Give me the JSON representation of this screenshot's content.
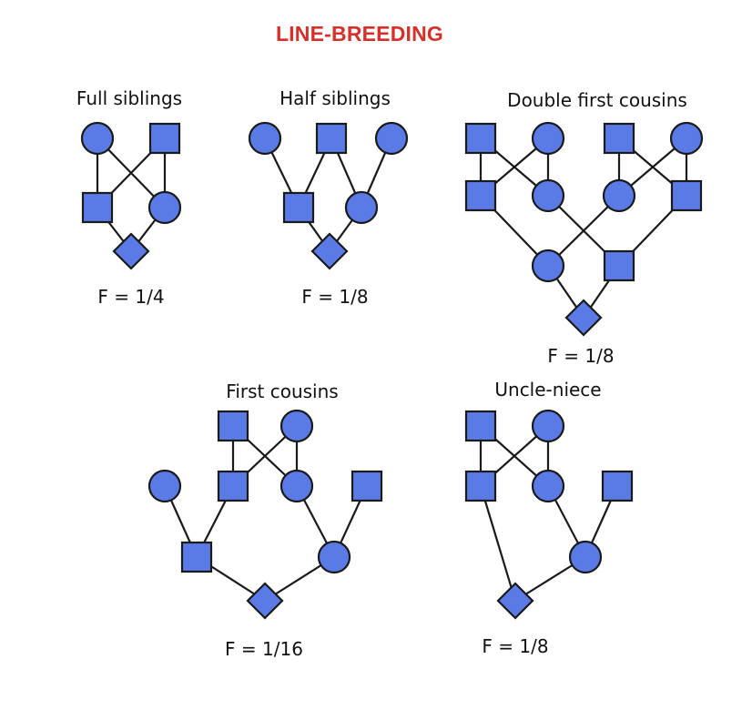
{
  "title": "LINE-BREEDING",
  "colors": {
    "title": "#d6302b",
    "node_fill": "#5a7be6",
    "stroke": "#1a1a1a",
    "background": "#ffffff"
  },
  "panels": [
    {
      "title": "Full siblings",
      "coefficient": "F = 1/4",
      "nodes": [
        {
          "id": "fs-gm",
          "shape": "circle"
        },
        {
          "id": "fs-gf",
          "shape": "square"
        },
        {
          "id": "fs-father",
          "shape": "square"
        },
        {
          "id": "fs-mother",
          "shape": "circle"
        },
        {
          "id": "fs-offspring",
          "shape": "diamond"
        }
      ],
      "edges": [
        [
          "fs-gm",
          "fs-father"
        ],
        [
          "fs-gm",
          "fs-mother"
        ],
        [
          "fs-gf",
          "fs-father"
        ],
        [
          "fs-gf",
          "fs-mother"
        ],
        [
          "fs-father",
          "fs-offspring"
        ],
        [
          "fs-mother",
          "fs-offspring"
        ]
      ]
    },
    {
      "title": "Half siblings",
      "coefficient": "F = 1/8",
      "nodes": [
        {
          "id": "hs-m1",
          "shape": "circle"
        },
        {
          "id": "hs-sire",
          "shape": "square"
        },
        {
          "id": "hs-m2",
          "shape": "circle"
        },
        {
          "id": "hs-father",
          "shape": "square"
        },
        {
          "id": "hs-mother",
          "shape": "circle"
        },
        {
          "id": "hs-offspring",
          "shape": "diamond"
        }
      ],
      "edges": [
        [
          "hs-m1",
          "hs-father"
        ],
        [
          "hs-sire",
          "hs-father"
        ],
        [
          "hs-sire",
          "hs-mother"
        ],
        [
          "hs-m2",
          "hs-mother"
        ],
        [
          "hs-father",
          "hs-offspring"
        ],
        [
          "hs-mother",
          "hs-offspring"
        ]
      ]
    },
    {
      "title": "Double first cousins",
      "coefficient": "F = 1/8",
      "nodes": [
        {
          "id": "dc-a1",
          "shape": "square"
        },
        {
          "id": "dc-a2",
          "shape": "circle"
        },
        {
          "id": "dc-b1",
          "shape": "square"
        },
        {
          "id": "dc-b2",
          "shape": "circle"
        },
        {
          "id": "dc-a-son",
          "shape": "square"
        },
        {
          "id": "dc-a-dau",
          "shape": "circle"
        },
        {
          "id": "dc-b-dau",
          "shape": "circle"
        },
        {
          "id": "dc-b-son",
          "shape": "square"
        },
        {
          "id": "dc-mother",
          "shape": "circle"
        },
        {
          "id": "dc-father",
          "shape": "square"
        },
        {
          "id": "dc-offspring",
          "shape": "diamond"
        }
      ],
      "edges": [
        [
          "dc-a1",
          "dc-a-son"
        ],
        [
          "dc-a1",
          "dc-a-dau"
        ],
        [
          "dc-a2",
          "dc-a-son"
        ],
        [
          "dc-a2",
          "dc-a-dau"
        ],
        [
          "dc-b1",
          "dc-b-dau"
        ],
        [
          "dc-b1",
          "dc-b-son"
        ],
        [
          "dc-b2",
          "dc-b-dau"
        ],
        [
          "dc-b2",
          "dc-b-son"
        ],
        [
          "dc-a-son",
          "dc-mother"
        ],
        [
          "dc-b-dau",
          "dc-mother"
        ],
        [
          "dc-a-dau",
          "dc-father"
        ],
        [
          "dc-b-son",
          "dc-father"
        ],
        [
          "dc-mother",
          "dc-offspring"
        ],
        [
          "dc-father",
          "dc-offspring"
        ]
      ]
    },
    {
      "title": "First cousins",
      "coefficient": "F = 1/16",
      "nodes": [
        {
          "id": "fc-gf",
          "shape": "square"
        },
        {
          "id": "fc-gm",
          "shape": "circle"
        },
        {
          "id": "fc-mate1",
          "shape": "circle"
        },
        {
          "id": "fc-son",
          "shape": "square"
        },
        {
          "id": "fc-dau",
          "shape": "circle"
        },
        {
          "id": "fc-mate2",
          "shape": "square"
        },
        {
          "id": "fc-father",
          "shape": "square"
        },
        {
          "id": "fc-mother",
          "shape": "circle"
        },
        {
          "id": "fc-offspring",
          "shape": "diamond"
        }
      ],
      "edges": [
        [
          "fc-gf",
          "fc-son"
        ],
        [
          "fc-gf",
          "fc-dau"
        ],
        [
          "fc-gm",
          "fc-son"
        ],
        [
          "fc-gm",
          "fc-dau"
        ],
        [
          "fc-mate1",
          "fc-father"
        ],
        [
          "fc-son",
          "fc-father"
        ],
        [
          "fc-dau",
          "fc-mother"
        ],
        [
          "fc-mate2",
          "fc-mother"
        ],
        [
          "fc-father",
          "fc-offspring"
        ],
        [
          "fc-mother",
          "fc-offspring"
        ]
      ]
    },
    {
      "title": "Uncle-niece",
      "coefficient": "F = 1/8",
      "nodes": [
        {
          "id": "un-gf",
          "shape": "square"
        },
        {
          "id": "un-gm",
          "shape": "circle"
        },
        {
          "id": "un-uncle",
          "shape": "square"
        },
        {
          "id": "un-sister",
          "shape": "circle"
        },
        {
          "id": "un-mate",
          "shape": "square"
        },
        {
          "id": "un-niece",
          "shape": "circle"
        },
        {
          "id": "un-offspring",
          "shape": "diamond"
        }
      ],
      "edges": [
        [
          "un-gf",
          "un-uncle"
        ],
        [
          "un-gf",
          "un-sister"
        ],
        [
          "un-gm",
          "un-uncle"
        ],
        [
          "un-gm",
          "un-sister"
        ],
        [
          "un-sister",
          "un-niece"
        ],
        [
          "un-mate",
          "un-niece"
        ],
        [
          "un-uncle",
          "un-offspring"
        ],
        [
          "un-niece",
          "un-offspring"
        ]
      ]
    }
  ]
}
